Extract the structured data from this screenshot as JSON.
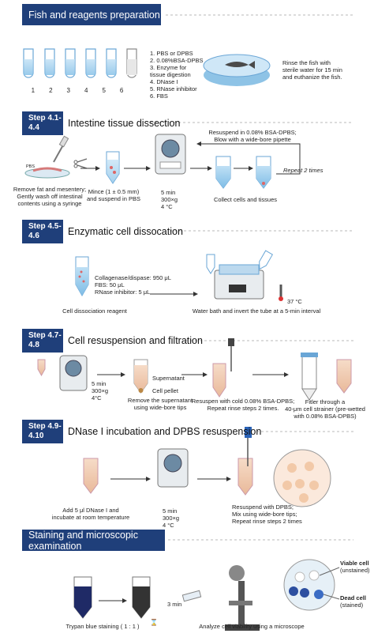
{
  "sections": [
    {
      "title": "Fish and reagents preparation"
    },
    {
      "step": "Step\n4.1-4.4",
      "title": "Intestine tissue dissection"
    },
    {
      "step": "Step\n4.5-4.6",
      "title": "Enzymatic cell dissocation"
    },
    {
      "step": "Step\n4.7-4.8",
      "title": "Cell resuspension and filtration"
    },
    {
      "step": "Step\n4.9-4.10",
      "title": "DNase I incubation and DPBS resuspension"
    },
    {
      "title": "Staining and microscopic examination"
    }
  ],
  "prep": {
    "tube_numbers": [
      "1",
      "2",
      "3",
      "4",
      "5",
      "6"
    ],
    "reagent_list": "1.  PBS or DPBS\n2.  0.08%BSA-DPBS\n3.    Enzyme for\n      tissue digestion\n4.  DNase I\n5.  RNase inhibitor\n6.  FBS",
    "fish_note": "Rinse the fish with\nsterile water for 15 min\nand euthanize the fish."
  },
  "dissection": {
    "pbs_label": "PBS",
    "remove_fat": "Remove fat and mesentery;\nGently wash off intestinal\ncontents using a syringe",
    "mince": "Mince (1 ± 0.5 mm)\nand suspend in PBS",
    "centrifuge": "5 min\n300×g\n4 °C",
    "resuspend": "Resuspend in 0.08% BSA-DPBS;\nBlow with a wide-bore  pipette",
    "repeat": "Repeat 2 times",
    "collect": "Collect cells and tissues"
  },
  "enzymatic": {
    "mix": "Collagenase/dispase: 950  μL\nFBS: 50  μL\nRNase inhibitor: 5  μL",
    "reagent_label": "Cell dissociation reagent",
    "bath_label": "Water bath and invert the tube at a 5-min interval",
    "temp": "37 °C"
  },
  "resuspension": {
    "centrifuge": "5 min\n300×g\n4°C",
    "supernatant": "Supernatant",
    "pellet": "Cell pellet",
    "remove": "Remove the supernatant\nusing wide-bore tips",
    "resuspen": "Resuspen with  cold  0.08% BSA-DPBS;\nRepeat rinse steps 2 times.",
    "filter": "Fitler  through a\n40-μm cell strainer (pre-wetted\nwith 0.08% BSA-DPBS)"
  },
  "dnase": {
    "add": "Add 5 μl DNase I and\nincubate at room temperature",
    "centrifuge": "5 min\n300×g\n4 °C",
    "resuspend": "Resuspend with DPBS;\nMix using  wide-bore tips;\nRepeat rinse steps 2 times"
  },
  "staining": {
    "trypan": "Trypan blue staining ( 1 : 1 )",
    "time": "3 min",
    "analyze": "Analyze cell viability using  a microscope",
    "viable": "Viable cell",
    "viable_sub": "(unstained)",
    "dead": "Dead cell",
    "dead_sub": "(stained)"
  }
}
